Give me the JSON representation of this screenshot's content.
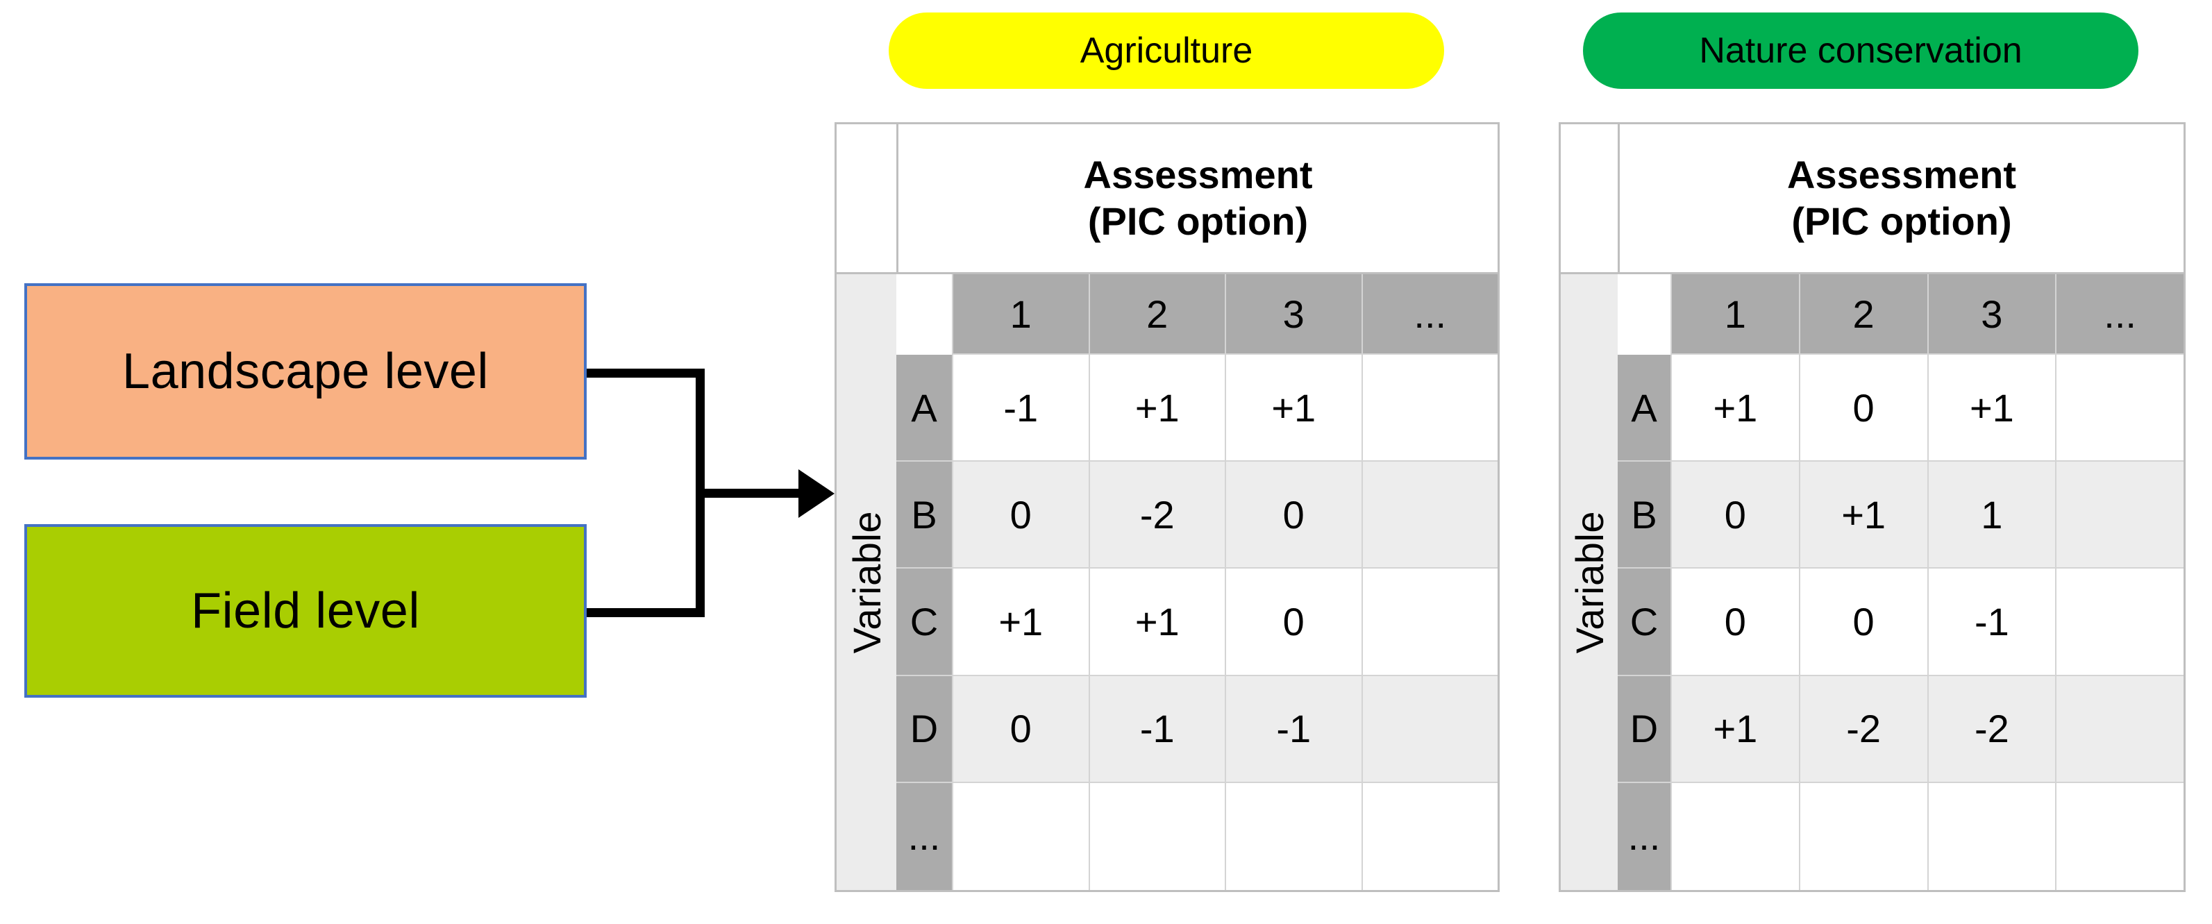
{
  "levels": {
    "landscape": {
      "label": "Landscape level",
      "fill": "#F9B183",
      "border": "#4472C4"
    },
    "field": {
      "label": "Field level",
      "fill": "#A9CE02",
      "border": "#4472C4"
    }
  },
  "connector": {
    "icon": "arrow-right-icon"
  },
  "panels": [
    {
      "id": "agriculture",
      "pill_label": "Agriculture",
      "pill_color": "#FFFF00",
      "header_title": "Assessment\n(PIC option)",
      "header_line1": "Assessment",
      "header_line2": "(PIC option)",
      "spine_label": "Variable",
      "option_headers": [
        "1",
        "2",
        "3",
        "..."
      ],
      "row_labels": [
        "A",
        "B",
        "C",
        "D",
        "..."
      ],
      "rows": [
        {
          "label": "A",
          "values": [
            "-1",
            "+1",
            "+1",
            ""
          ]
        },
        {
          "label": "B",
          "values": [
            "0",
            "-2",
            "0",
            ""
          ]
        },
        {
          "label": "C",
          "values": [
            "+1",
            "+1",
            "0",
            ""
          ]
        },
        {
          "label": "D",
          "values": [
            "0",
            "-1",
            "-1",
            ""
          ]
        },
        {
          "label": "...",
          "values": [
            "",
            "",
            "",
            ""
          ]
        }
      ]
    },
    {
      "id": "nature",
      "pill_label": "Nature conservation",
      "pill_color": "#00B050",
      "header_title": "Assessment\n(PIC option)",
      "header_line1": "Assessment",
      "header_line2": "(PIC option)",
      "spine_label": "Variable",
      "option_headers": [
        "1",
        "2",
        "3",
        "..."
      ],
      "row_labels": [
        "A",
        "B",
        "C",
        "D",
        "..."
      ],
      "rows": [
        {
          "label": "A",
          "values": [
            "+1",
            "0",
            "+1",
            ""
          ]
        },
        {
          "label": "B",
          "values": [
            "0",
            "+1",
            "1",
            ""
          ]
        },
        {
          "label": "C",
          "values": [
            "0",
            "0",
            "-1",
            ""
          ]
        },
        {
          "label": "D",
          "values": [
            "+1",
            "-2",
            "-2",
            ""
          ]
        },
        {
          "label": "...",
          "values": [
            "",
            "",
            "",
            ""
          ]
        }
      ]
    }
  ],
  "palette": {
    "header_gray": "#ABABAB",
    "spine_gray": "#ECECEC",
    "alt_row": "#EDEDED",
    "table_border": "#BFBFBF",
    "cell_border": "#D4D4D4"
  }
}
